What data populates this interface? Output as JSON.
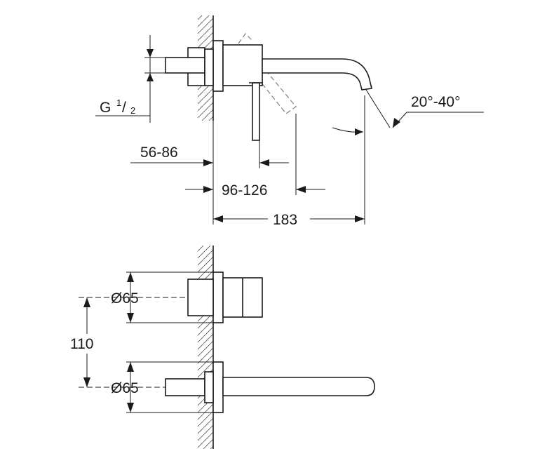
{
  "dimensions": {
    "thread": {
      "prefix": "G",
      "num": "1",
      "den": "2"
    },
    "wall_depth": "56-86",
    "handle_offset": "96-126",
    "spout_length": "183",
    "spout_angle": "20°-40°",
    "diameter_top": "Ø65",
    "diameter_bottom": "Ø65",
    "vertical_spacing": "110"
  }
}
